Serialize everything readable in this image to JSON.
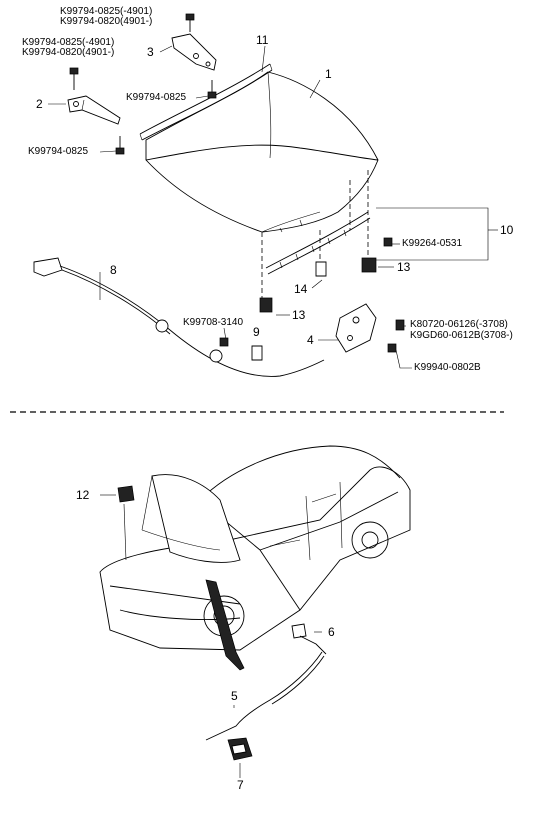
{
  "top_section": {
    "part_codes": {
      "c1": "K99794-0825(-4901)",
      "c2": "K99794-0820(4901-)",
      "c3": "K99794-0825(-4901)",
      "c4": "K99794-0820(4901-)",
      "c5": "K99794-0825",
      "c6": "K99794-0825",
      "c7": "K99264-0531",
      "c8": "K99708-3140",
      "c9": "K80720-06126(-3708)",
      "c10": "K9GD60-0612B(3708-)",
      "c11": "K99940-0802B"
    },
    "callouts": {
      "n1": "1",
      "n2": "2",
      "n3": "3",
      "n4": "4",
      "n8": "8",
      "n9": "9",
      "n10": "10",
      "n11": "11",
      "n13a": "13",
      "n13b": "13",
      "n14": "14"
    }
  },
  "bottom_section": {
    "callouts": {
      "n5": "5",
      "n6": "6",
      "n7": "7",
      "n12": "12"
    }
  }
}
